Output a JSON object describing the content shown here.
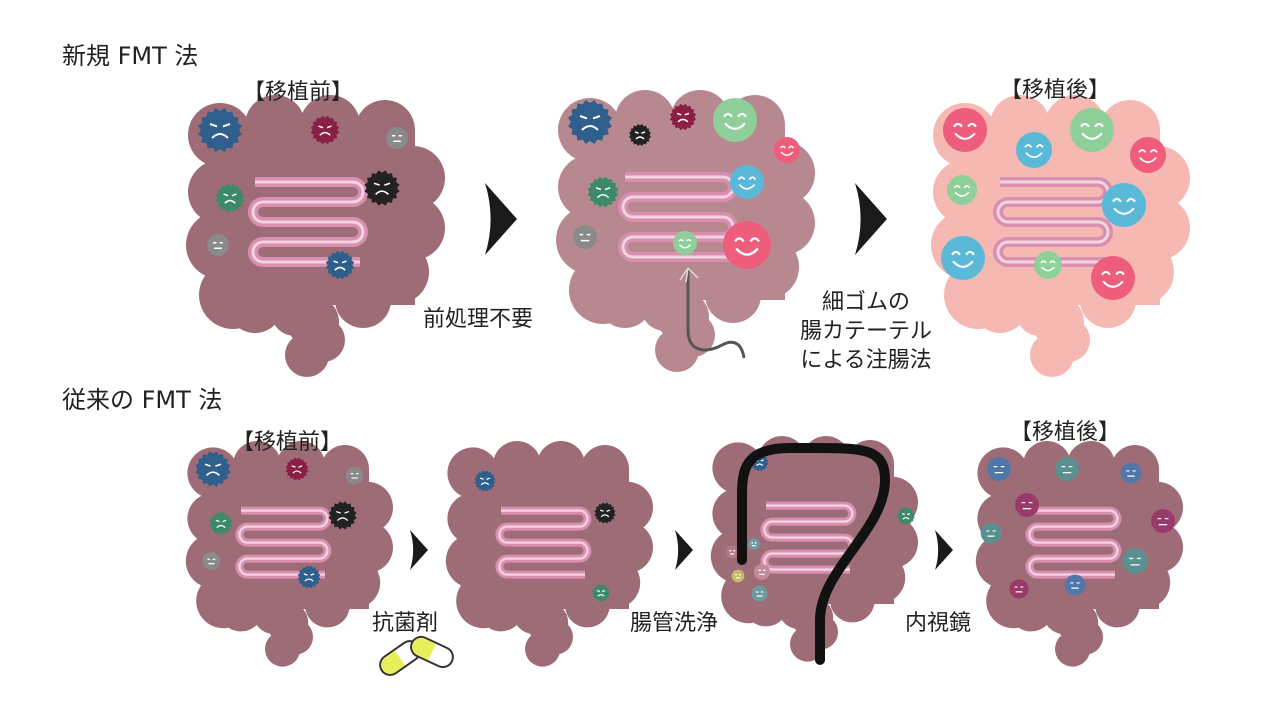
{
  "new_method": {
    "title": "新規 FMT 法",
    "before_label": "【移植前】",
    "after_label": "【移植後】",
    "step1": "前処理不要",
    "step2_lines": [
      "細ゴムの",
      "腸カテーテル",
      "による注腸法"
    ]
  },
  "conventional_method": {
    "title": "従来の FMT 法",
    "before_label": "【移植前】",
    "after_label": "【移植後】",
    "step1": "抗菌剤",
    "step2": "腸管洗浄",
    "step3": "内視鏡"
  },
  "colors": {
    "colon_dark": "#9e6c76",
    "colon_mid": "#b88891",
    "colon_healthy": "#f6b8b2",
    "intestine": "#d98fb0",
    "bad_blue": "#2f5f8c",
    "bad_crimson": "#8a1f45",
    "good_green": "#8fcf9a",
    "good_pink": "#ee5d7c",
    "good_blue": "#5ab8d8"
  }
}
